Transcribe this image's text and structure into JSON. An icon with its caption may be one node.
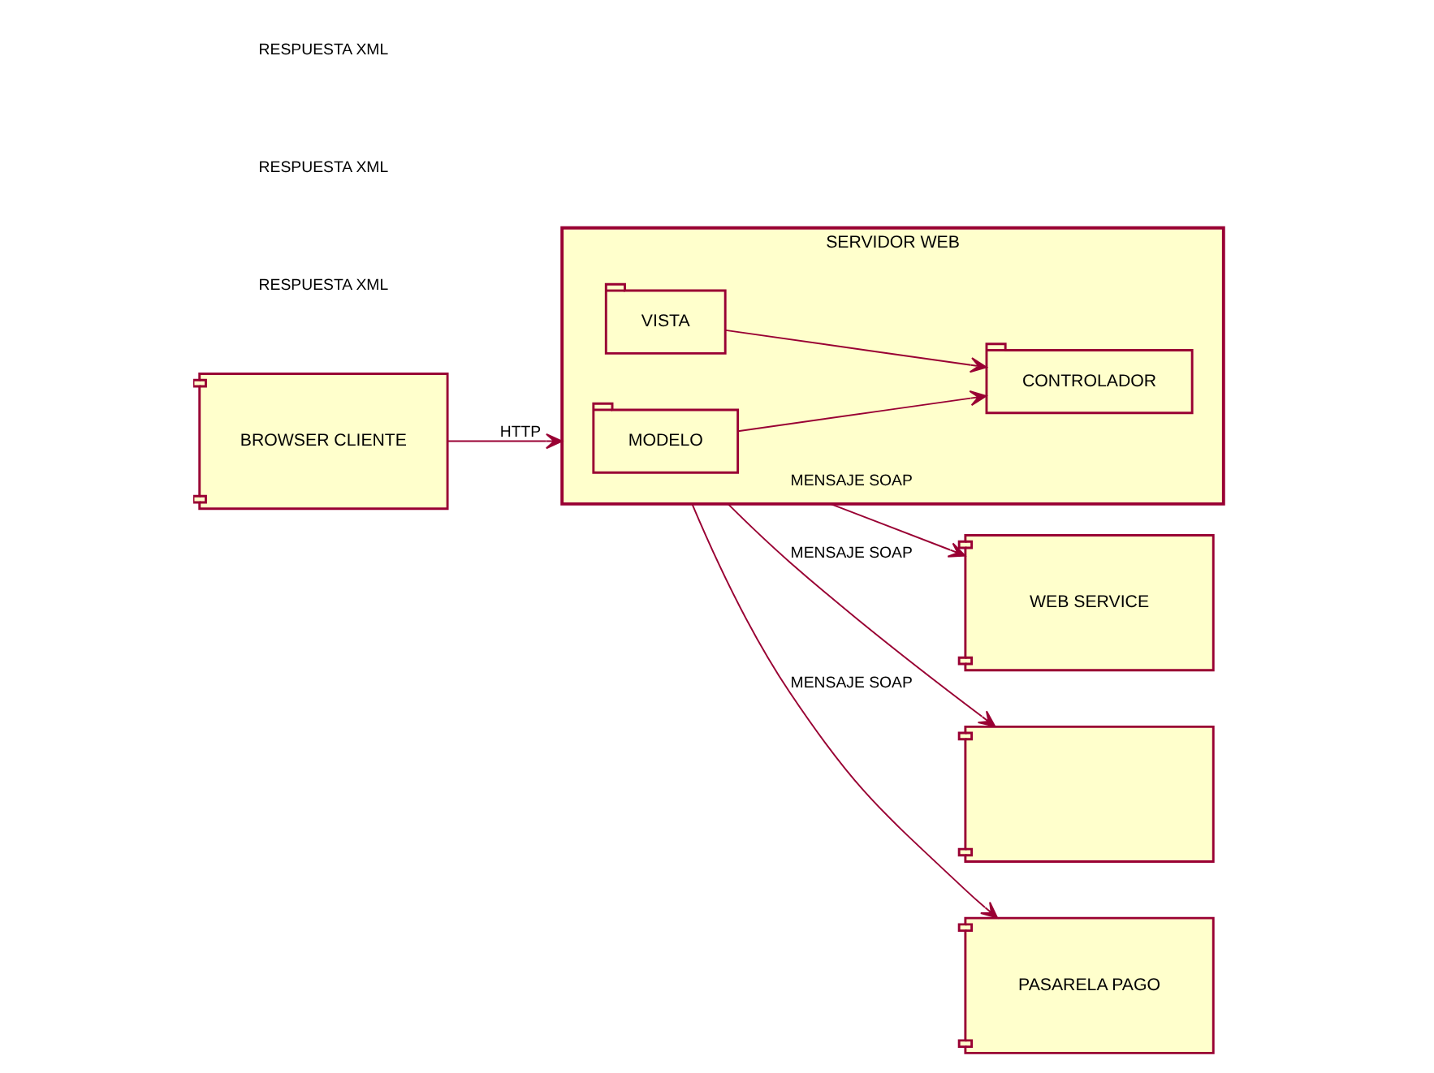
{
  "diagram": {
    "nodes": [
      {
        "text": [
          "BROWSER CLIENTE"
        ]
      },
      {
        "text": [
          "SERVIDOR WEB"
        ]
      },
      {
        "text": [
          "MODELO"
        ],
        "in": 1
      },
      {
        "text": [
          "CONTROLADOR"
        ],
        "in": 1
      },
      {
        "text": [
          "VISTA"
        ],
        "in": 1
      },
      {
        "text": [
          "WEB SERVICE"
        ]
      },
      {
        "text": [],
        "shape": "box"
      },
      {
        "text": [
          "PASARELA PAGO"
        ]
      }
    ],
    "edges": [
      {
        "from": 0,
        "to": 1,
        "arrow": "to",
        "label": "HTTP"
      },
      {
        "from": 2,
        "to": 3,
        "arrow": "to"
      },
      {
        "from": 4,
        "to": 3,
        "arrow": "to"
      },
      {
        "from": 1,
        "to": 5,
        "arrow": "to",
        "label": "MENSAJE SOAP"
      },
      {
        "from": 1,
        "to": 6,
        "arrow": "to",
        "label": "MENSAJE SOAP"
      },
      {
        "from": 1,
        "to": 7,
        "arrow": "to",
        "label": "MENSAJE SOAP"
      }
    ],
    "labels": [
      "RESPUESTA XML",
      "RESPUESTA XML",
      "RESPUESTA XML"
    ]
  }
}
